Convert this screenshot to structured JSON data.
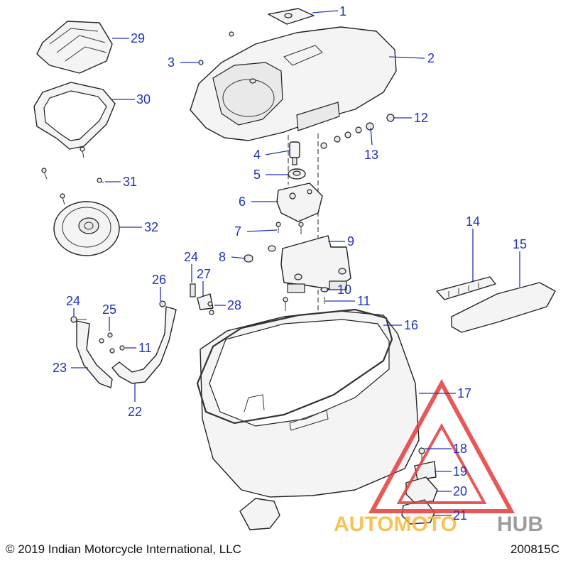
{
  "callouts": [
    {
      "id": "c1",
      "label": "1"
    },
    {
      "id": "c2",
      "label": "2"
    },
    {
      "id": "c3",
      "label": "3"
    },
    {
      "id": "c4",
      "label": "4"
    },
    {
      "id": "c5",
      "label": "5"
    },
    {
      "id": "c6",
      "label": "6"
    },
    {
      "id": "c7",
      "label": "7"
    },
    {
      "id": "c8",
      "label": "8"
    },
    {
      "id": "c9",
      "label": "9"
    },
    {
      "id": "c10",
      "label": "10"
    },
    {
      "id": "c11a",
      "label": "11"
    },
    {
      "id": "c11b",
      "label": "11"
    },
    {
      "id": "c12",
      "label": "12"
    },
    {
      "id": "c13",
      "label": "13"
    },
    {
      "id": "c14",
      "label": "14"
    },
    {
      "id": "c15",
      "label": "15"
    },
    {
      "id": "c16",
      "label": "16"
    },
    {
      "id": "c17",
      "label": "17"
    },
    {
      "id": "c18",
      "label": "18"
    },
    {
      "id": "c19",
      "label": "19"
    },
    {
      "id": "c20",
      "label": "20"
    },
    {
      "id": "c21",
      "label": "21"
    },
    {
      "id": "c22",
      "label": "22"
    },
    {
      "id": "c23",
      "label": "23"
    },
    {
      "id": "c24a",
      "label": "24"
    },
    {
      "id": "c24b",
      "label": "24"
    },
    {
      "id": "c25",
      "label": "25"
    },
    {
      "id": "c26",
      "label": "26"
    },
    {
      "id": "c27",
      "label": "27"
    },
    {
      "id": "c28",
      "label": "28"
    },
    {
      "id": "c29",
      "label": "29"
    },
    {
      "id": "c30",
      "label": "30"
    },
    {
      "id": "c31",
      "label": "31"
    },
    {
      "id": "c32",
      "label": "32"
    }
  ],
  "watermark": {
    "text_a": "AUTOMOTO",
    "text_b": "HUB",
    "color_a": "#f5b93a",
    "color_b": "#8c8c8c",
    "triangle_color": "#e33b3b"
  },
  "callout_color": "#2233bb",
  "footer": {
    "copyright": "© 2019 Indian Motorcycle International, LLC",
    "code": "200815C"
  }
}
